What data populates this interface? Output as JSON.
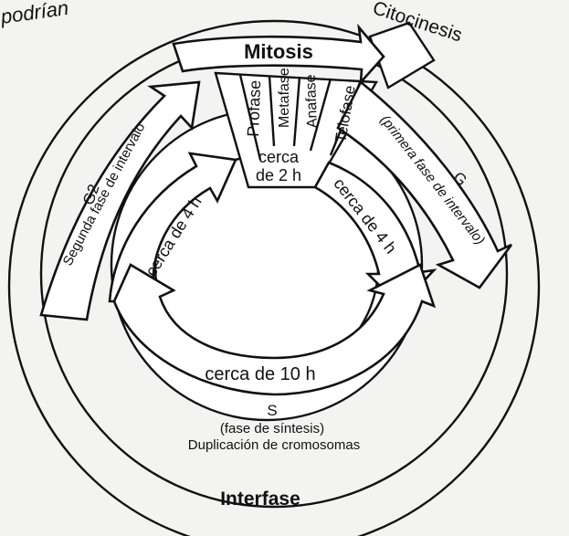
{
  "corner_text": "podrían",
  "phases": {
    "mitosis": "Mitosis",
    "citocinesis": "Citocinesis",
    "interfase": "Interfase"
  },
  "mitosis_stages": [
    "Profase",
    "Metafase",
    "Anafase",
    "Telofase"
  ],
  "g1": {
    "name": "G",
    "description": "(primera fase de intervalo)"
  },
  "g2": {
    "name": "G2",
    "description": "Segunda fase de intervalo"
  },
  "s": {
    "name": "S",
    "description": "(fase de síntesis)",
    "detail": "Duplicación de cromosomas"
  },
  "durations": {
    "mitosis_line1": "cerca",
    "mitosis_line2": "de 2 h",
    "g1": "cerca de 4 h",
    "g2": "cerca de 4 h",
    "s": "cerca de 10 h"
  }
}
